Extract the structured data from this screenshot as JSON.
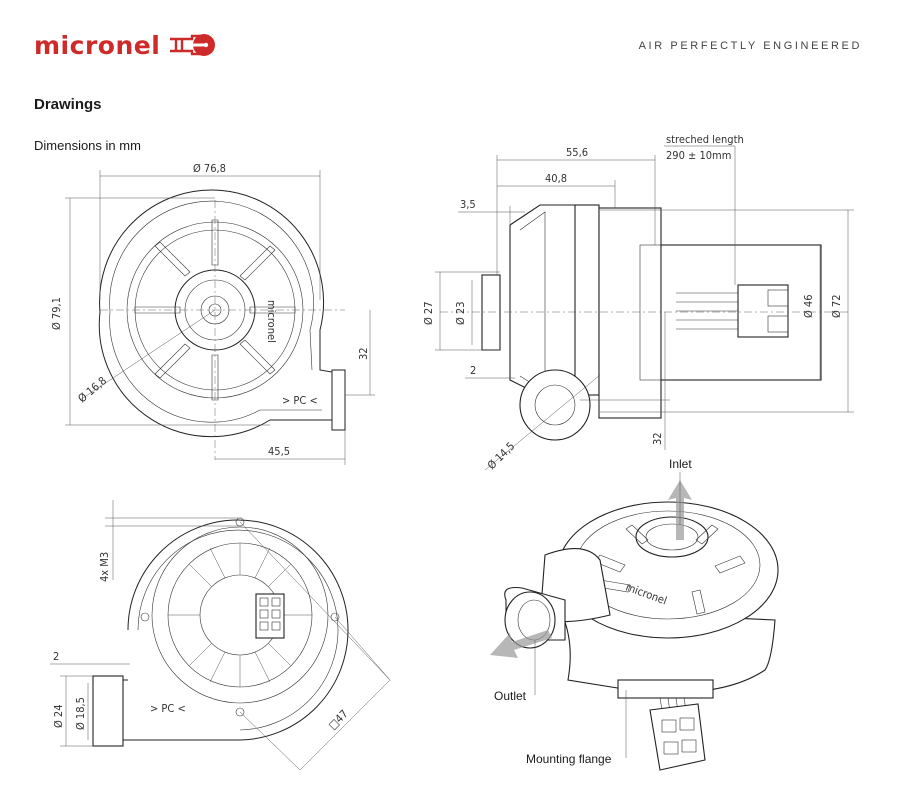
{
  "header": {
    "brand": "micronel",
    "tagline": "AIR PERFECTLY ENGINEERED",
    "brand_color": "#cf2a2a"
  },
  "section": {
    "title": "Drawings",
    "subtitle": "Dimensions in mm"
  },
  "front_view": {
    "width_dim": "Ø 76,8",
    "height_dim": "Ø 79,1",
    "hub_dim": "Ø 16,8",
    "outlet_height_dim": "32",
    "outlet_offset_dim": "45,5",
    "outlet_marking": "> PC <"
  },
  "side_view": {
    "total_length_dim": "55,6",
    "body_length_dim": "40,8",
    "flange_dim": "3,5",
    "inlet_outer_dim": "Ø 27",
    "inlet_inner_dim": "Ø 23",
    "gap_dim": "2",
    "motor_dim": "Ø 46",
    "housing_dim": "Ø 72",
    "outlet_dim": "Ø 14,5",
    "outlet_offset_dim": "32",
    "cable_note_line1": "streched length",
    "cable_note_line2": "290 ± 10mm"
  },
  "bottom_view": {
    "screw_dim": "4x M3",
    "gap_dim": "2",
    "outlet_outer_dim": "Ø 24",
    "outlet_inner_dim": "Ø 18,5",
    "square_dim": "□47",
    "outlet_marking": "> PC <"
  },
  "iso_view": {
    "inlet_label": "Inlet",
    "outlet_label": "Outlet",
    "flange_label": "Mounting flange",
    "body_marking": "micronel"
  }
}
